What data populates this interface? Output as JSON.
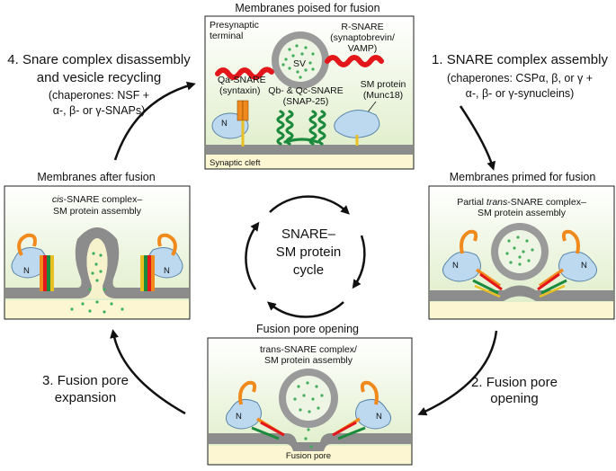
{
  "panels": {
    "top": {
      "title": "Membranes poised for fusion",
      "presynaptic": [
        "Presynaptic",
        "terminal"
      ],
      "rsnare": [
        "R-SNARE",
        "(synaptobrevin/",
        "VAMP)"
      ],
      "sv": "SV",
      "qa": [
        "Qa-SNARE",
        "(syntaxin)"
      ],
      "qbc": [
        "Qb- & Qc-SNARE",
        "(SNAP-25)"
      ],
      "sm": [
        "SM protein",
        "(Munc18)"
      ],
      "n": "N",
      "cleft": "Synaptic cleft"
    },
    "right": {
      "title": "Membranes primed for fusion",
      "label_pre": "Partial ",
      "label_italic": "trans",
      "label_post": "-SNARE complex–",
      "label_line2": "SM protein assembly",
      "n": "N"
    },
    "bottom": {
      "title": "Fusion pore opening",
      "label": [
        "trans-SNARE complex/",
        "SM protein assembly"
      ],
      "pore": "Fusion pore",
      "n": "N"
    },
    "left": {
      "title": "Membranes after fusion",
      "label_italic": "cis",
      "label_post": "-SNARE complex–",
      "label_line2": "SM protein assembly",
      "n": "N"
    }
  },
  "steps": {
    "s1": [
      "1. SNARE complex assembly",
      "(chaperones: CSPα, β, or γ +",
      "α-, β- or γ-synucleins)"
    ],
    "s2": [
      "2. Fusion pore",
      "opening"
    ],
    "s3": [
      "3. Fusion pore",
      "expansion"
    ],
    "s4": [
      "4. Snare complex disassembly",
      "and vesicle recycling",
      "(chaperones: NSF +",
      "α-, β- or γ-SNAPs)"
    ]
  },
  "cycle": [
    "SNARE–",
    "SM protein",
    "cycle"
  ],
  "colors": {
    "panel_bg": "#e9f3d8",
    "cleft": "#fcf7d2",
    "membrane": "#8c8c8c",
    "sm_protein": "#bcd9f0",
    "rsnare": "#e2161b",
    "syntaxin": "#f08a1c",
    "snap25": "#1b8a3c",
    "linker": "#e8c024",
    "vesicle_dots": "#3fae5a"
  }
}
